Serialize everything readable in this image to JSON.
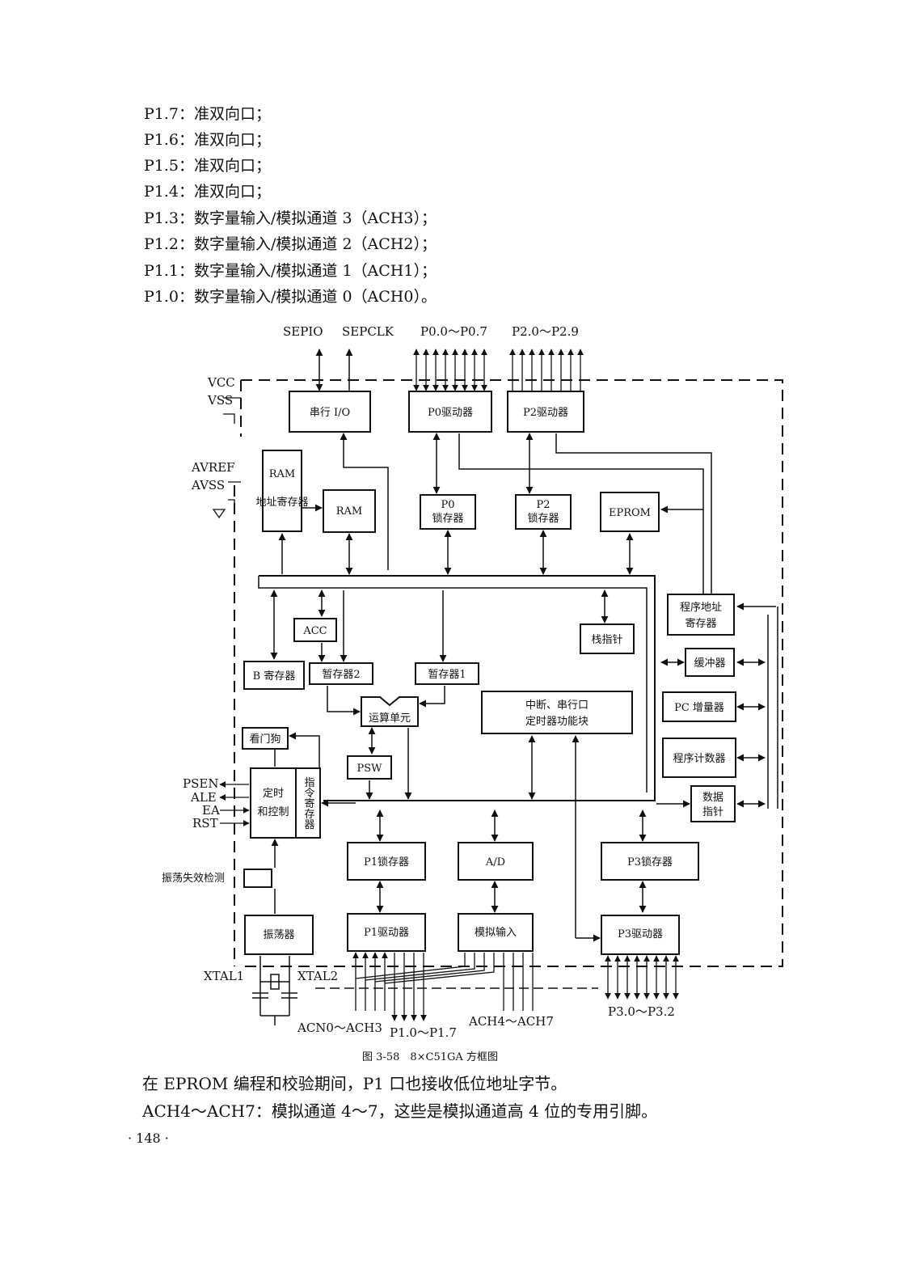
{
  "pin_lines": [
    "P1.7：准双向口；",
    "P1.6：准双向口；",
    "P1.5：准双向口；",
    "P1.4：准双向口；",
    "P1.3：数字量输入/模拟通道 3（ACH3）；",
    "P1.2：数字量输入/模拟通道 2（ACH2）；",
    "P1.1：数字量输入/模拟通道 1（ACH1）；",
    "P1.0：数字量输入/模拟通道 0（ACH0）。"
  ],
  "diagram": {
    "top_labels": {
      "sepio": "SEPIO",
      "sepclk": "SEPCLK",
      "p0": "P0.0～P0.7",
      "p2": "P2.0～P2.9"
    },
    "left_pins": {
      "vcc": "VCC",
      "vss": "VSS",
      "avref": "AVREF",
      "avss": "AVSS",
      "psen": "PSEN",
      "ale": "ALE",
      "ea": "EA",
      "rst": "RST"
    },
    "blocks": {
      "serial_io": "串行 I/O",
      "p0_driver": "P0驱动器",
      "p2_driver": "P2驱动器",
      "ram_addr_reg": [
        "RAM",
        "地址寄存器"
      ],
      "ram": "RAM",
      "p0_latch": [
        "P0",
        "锁存器"
      ],
      "p2_latch": [
        "P2",
        "锁存器"
      ],
      "eprom": "EPROM",
      "prog_addr_reg": [
        "程序地址",
        "寄存器"
      ],
      "acc": "ACC",
      "stack_ptr": "栈指针",
      "b_reg": "B 寄存器",
      "temp2": "暂存器2",
      "temp1": "暂存器1",
      "buffer": "缓冲器",
      "alu": "运算单元",
      "interrupt": [
        "中断、串行口",
        "定时器功能块"
      ],
      "pc_inc": "PC 增量器",
      "watchdog": "看门狗",
      "psw": "PSW",
      "prog_counter": "程序计数器",
      "timing_ctrl": [
        "定时",
        "和控制"
      ],
      "instr_reg": "指令寄存器",
      "data_ptr": [
        "数据",
        "指针"
      ],
      "p1_latch": "P1锁存器",
      "ad": "A/D",
      "p3_latch": "P3锁存器",
      "osc_fail": "振荡失效检测",
      "osc": "振荡器",
      "p1_driver": "P1驱动器",
      "analog_in": "模拟输入",
      "p3_driver": "P3驱动器"
    },
    "bottom_labels": {
      "xtal1": "XTAL1",
      "xtal2": "XTAL2",
      "acn": "ACN0～ACH3",
      "p1": "P1.0～P1.7",
      "ach47": "ACH4～ACH7",
      "p3": "P3.0～P3.2"
    }
  },
  "caption": "图 3-58　8×C51GA 方框图",
  "paragraphs": [
    "在 EPROM 编程和校验期间，P1 口也接收低位地址字节。",
    "ACH4～ACH7：模拟通道 4～7，这些是模拟通道高 4 位的专用引脚。"
  ],
  "page_number": "· 148 ·"
}
